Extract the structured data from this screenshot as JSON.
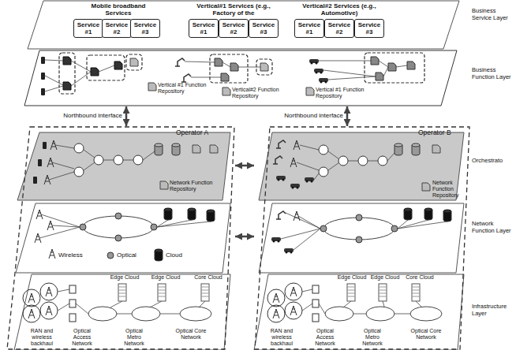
{
  "diagram": {
    "nodes": [
      {
        "text": [
          "Service #1"
        ]
      },
      {
        "text": [
          "Service #2"
        ]
      },
      {
        "text": [
          "Service #3"
        ]
      },
      {
        "text": [
          "Service #1"
        ]
      },
      {
        "text": [
          "Service #2"
        ]
      },
      {
        "text": [
          "Service #3"
        ]
      },
      {
        "text": [
          "Service #1"
        ]
      },
      {
        "text": [
          "Service #2"
        ]
      },
      {
        "text": [
          "Service #3"
        ]
      },
      {
        "text": [
          "Vertical #1 Function Repository",
          "Vertical#2 Function Repository",
          "Vertical #1 Function Repository"
        ]
      },
      {
        "text": [
          "Operator A"
        ]
      },
      {
        "text": [
          "Operator B"
        ]
      }
    ],
    "edges": [
      {
        "from": 9,
        "to": 10,
        "arrow": "both",
        "label": "Northbound interface"
      },
      {
        "from": 9,
        "to": 11,
        "arrow": "both",
        "label": "Northbound interface"
      },
      {
        "from": 10,
        "to": 11,
        "arrow": "both"
      },
      {
        "from": 10,
        "to": 11,
        "arrow": "both"
      }
    ],
    "labels": [
      "Mobile broadband Services",
      "Vertical#1 Services (e.g., Factory of the",
      "Vertical#2 Services (e.g., Automotive)",
      "Business Service Layer",
      "Business Function Layer",
      "Orchestrato",
      "Network Function Layer",
      "Infrastructure Layer",
      "Network Function Repository",
      "Network Function Repository",
      "Wireless",
      "Optical",
      "Cloud",
      "Edge Cloud",
      "Edge Cloud",
      "Core Cloud",
      "RAN and wireless backhaul",
      "Optical Access Network",
      "Optical Metro Network",
      "Optical Core Network",
      "Edge Cloud",
      "Edge Cloud",
      "Core Cloud",
      "RAN and wireless backhaul",
      "Optical Access Network",
      "Optical Metro Network",
      "Optical Core Network"
    ]
  }
}
